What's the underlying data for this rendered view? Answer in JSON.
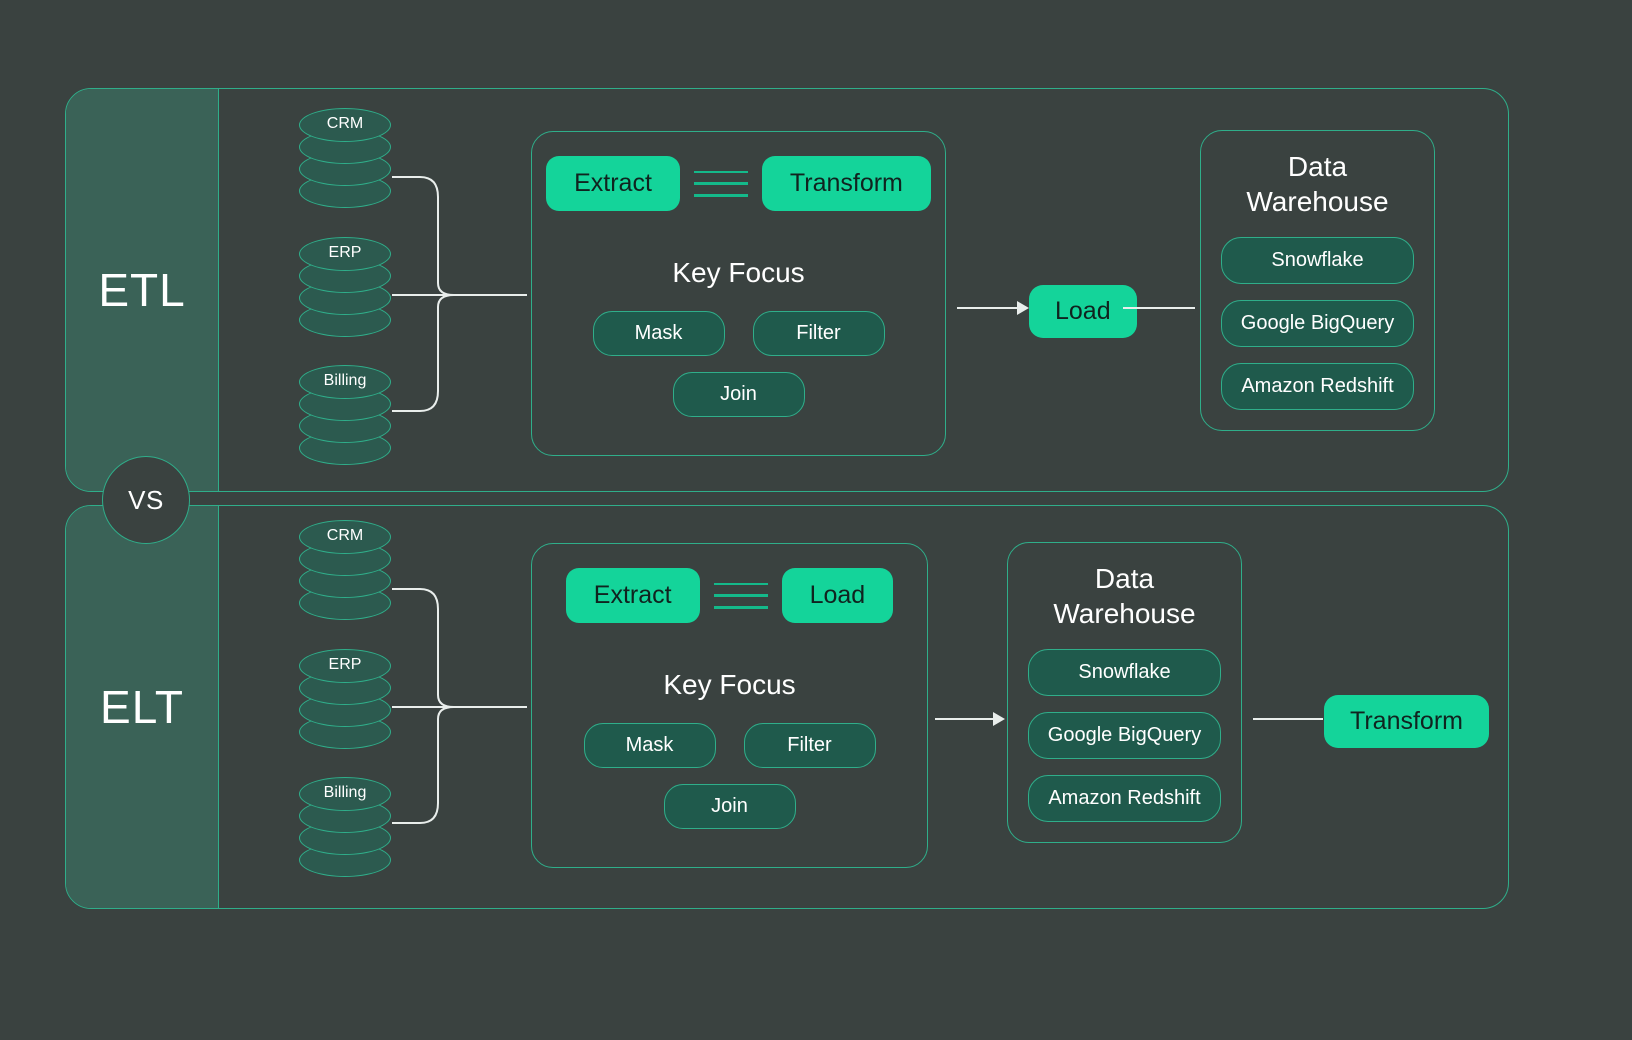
{
  "theme": {
    "page_bg": "#3a4240",
    "panel_fill": "#3a6257",
    "accent_border": "#2fae8a",
    "accent_bright": "#14d49a",
    "pill_dark_fill": "#1f5a4c",
    "connector": "#e9eeec",
    "text": "#ffffff"
  },
  "vs_badge": {
    "label": "VS"
  },
  "etl": {
    "label": "ETL",
    "sources": [
      {
        "name": "CRM"
      },
      {
        "name": "ERP"
      },
      {
        "name": "Billing"
      }
    ],
    "stages": {
      "first": "Extract",
      "second": "Transform"
    },
    "key_focus": {
      "title": "Key Focus",
      "items": [
        "Mask",
        "Filter",
        "Join"
      ]
    },
    "load": "Load",
    "warehouse": {
      "title": "Data\nWarehouse",
      "items": [
        "Snowflake",
        "Google BigQuery",
        "Amazon Redshift"
      ]
    }
  },
  "elt": {
    "label": "ELT",
    "sources": [
      {
        "name": "CRM"
      },
      {
        "name": "ERP"
      },
      {
        "name": "Billing"
      }
    ],
    "stages": {
      "first": "Extract",
      "second": "Load"
    },
    "key_focus": {
      "title": "Key Focus",
      "items": [
        "Mask",
        "Filter",
        "Join"
      ]
    },
    "warehouse": {
      "title": "Data\nWarehouse",
      "items": [
        "Snowflake",
        "Google BigQuery",
        "Amazon Redshift"
      ]
    },
    "transform": "Transform"
  }
}
